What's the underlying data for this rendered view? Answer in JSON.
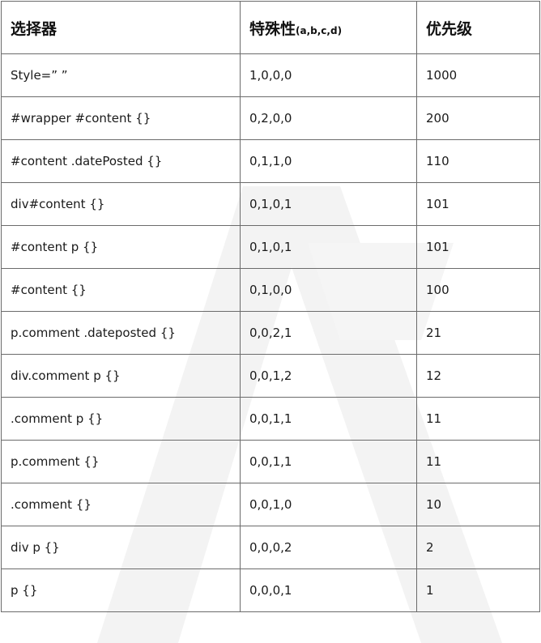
{
  "header": {
    "selector": "选择器",
    "specificity_title": "特殊性",
    "specificity_sub": "(a,b,c,d)",
    "priority": "优先级"
  },
  "rows": [
    {
      "selector": "Style=” ”",
      "specificity": "1,0,0,0",
      "priority": "1000"
    },
    {
      "selector": "#wrapper #content {}",
      "specificity": "0,2,0,0",
      "priority": "200"
    },
    {
      "selector": "#content .datePosted {}",
      "specificity": "0,1,1,0",
      "priority": "110"
    },
    {
      "selector": "div#content {}",
      "specificity": "0,1,0,1",
      "priority": "101"
    },
    {
      "selector": "#content p {}",
      "specificity": "0,1,0,1",
      "priority": "101"
    },
    {
      "selector": "#content {}",
      "specificity": "0,1,0,0",
      "priority": "100"
    },
    {
      "selector": "p.comment .dateposted {}",
      "specificity": "0,0,2,1",
      "priority": "21"
    },
    {
      "selector": "div.comment p {}",
      "specificity": "0,0,1,2",
      "priority": "12"
    },
    {
      "selector": ".comment p {}",
      "specificity": "0,0,1,1",
      "priority": "11"
    },
    {
      "selector": "p.comment {}",
      "specificity": "0,0,1,1",
      "priority": "11"
    },
    {
      "selector": ".comment {}",
      "specificity": "0,0,1,0",
      "priority": "10"
    },
    {
      "selector": "div p {}",
      "specificity": "0,0,0,2",
      "priority": "2"
    },
    {
      "selector": "p {}",
      "specificity": "0,0,0,1",
      "priority": "1"
    }
  ]
}
